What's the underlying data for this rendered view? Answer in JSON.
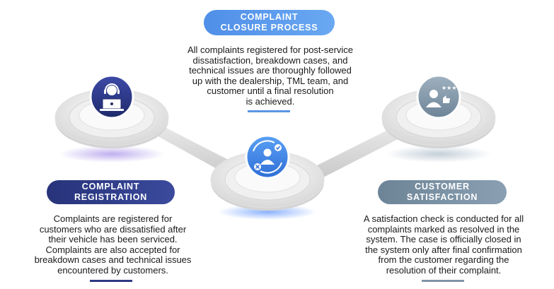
{
  "header": {
    "title_line1": "COMPLAINT",
    "title_line2": "CLOSURE PROCESS",
    "description": [
      "All complaints registered for post-service",
      "dissatisfaction, breakdown cases, and",
      "technical issues are thoroughly followed",
      "up with the dealership, TML team, and",
      "customer until a final resolution",
      "is achieved."
    ]
  },
  "left": {
    "title_line1": "COMPLAINT",
    "title_line2": "REGISTRATION",
    "description": [
      "Complaints are registered for",
      "customers who are dissatisfied after",
      "their vehicle has been serviced.",
      "Complaints are also accepted for",
      "breakdown cases and technical issues",
      "encountered by customers."
    ]
  },
  "right": {
    "title_line1": "CUSTOMER",
    "title_line2": "SATISFACTION",
    "description": [
      "A satisfaction check is conducted for all",
      "complaints marked as resolved in the",
      "system. The case is officially closed in",
      "the system only after final confirmation",
      "from the customer regarding the",
      "resolution of their complaint."
    ]
  },
  "colors": {
    "blue": "#4f8fe8",
    "navy": "#27337a",
    "slate": "#6d8497"
  },
  "icons": [
    "support-agent-icon",
    "person-cycle-icon",
    "person-rating-icon"
  ]
}
